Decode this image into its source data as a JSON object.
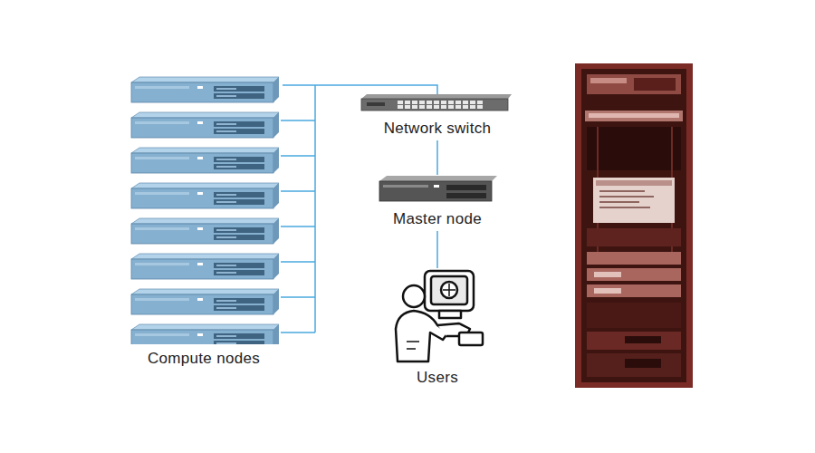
{
  "diagram": {
    "nodes": [
      {
        "text": [
          "Compute nodes"
        ]
      },
      {
        "text": [
          "Network switch"
        ]
      },
      {
        "text": [
          "Master node"
        ]
      },
      {
        "text": [
          "Users"
        ]
      }
    ],
    "edges": [
      {
        "from": 0,
        "to": 1,
        "arrow": "none"
      },
      {
        "from": 1,
        "to": 2,
        "arrow": "none"
      },
      {
        "from": 2,
        "to": 3,
        "arrow": "none"
      }
    ]
  }
}
